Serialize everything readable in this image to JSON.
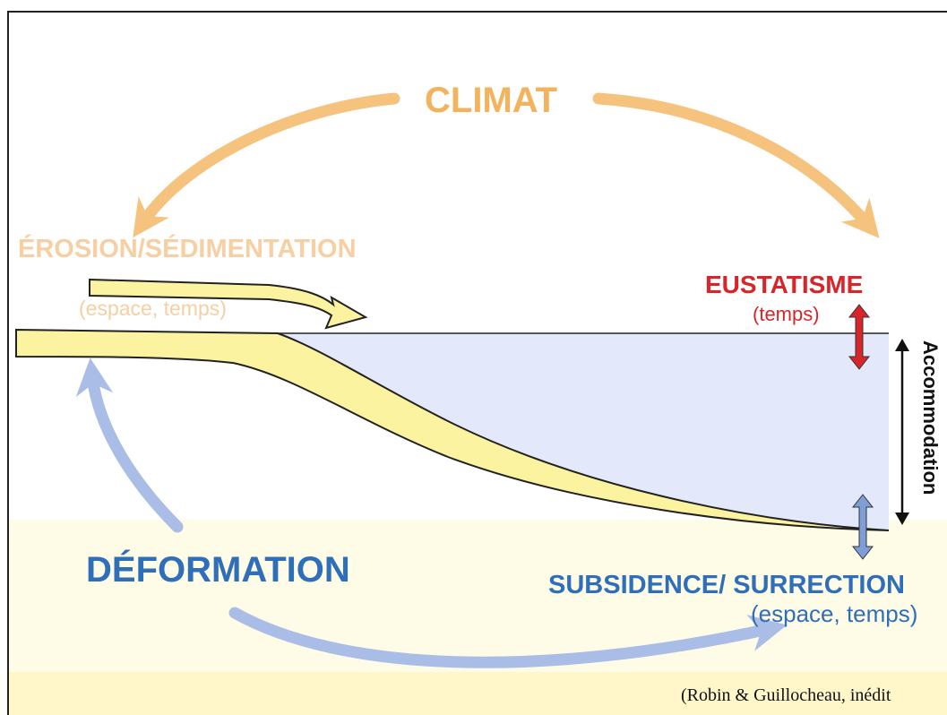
{
  "labels": {
    "climat": "CLIMAT",
    "erosion": "ÉROSION/SÉDIMENTATION",
    "erosion_sub": "(espace, temps)",
    "eustatisme": "EUSTATISME",
    "eustatisme_sub": "(temps)",
    "accommodation": "Accommodation",
    "deformation": "DÉFORMATION",
    "subsidence": "SUBSIDENCE/ SURRECTION",
    "subsidence_sub": "(espace, temps)",
    "credit": "(Robin & Guillocheau, inédit"
  },
  "colors": {
    "climat": "#f2b35c",
    "erosion": "#f6cfa2",
    "eustatisme": "#d7252a",
    "deformation": "#2f6eb8",
    "deformation_arrow": "#a9bde6",
    "sediment": "#fbf3a0",
    "water": "#e3e8fb"
  }
}
